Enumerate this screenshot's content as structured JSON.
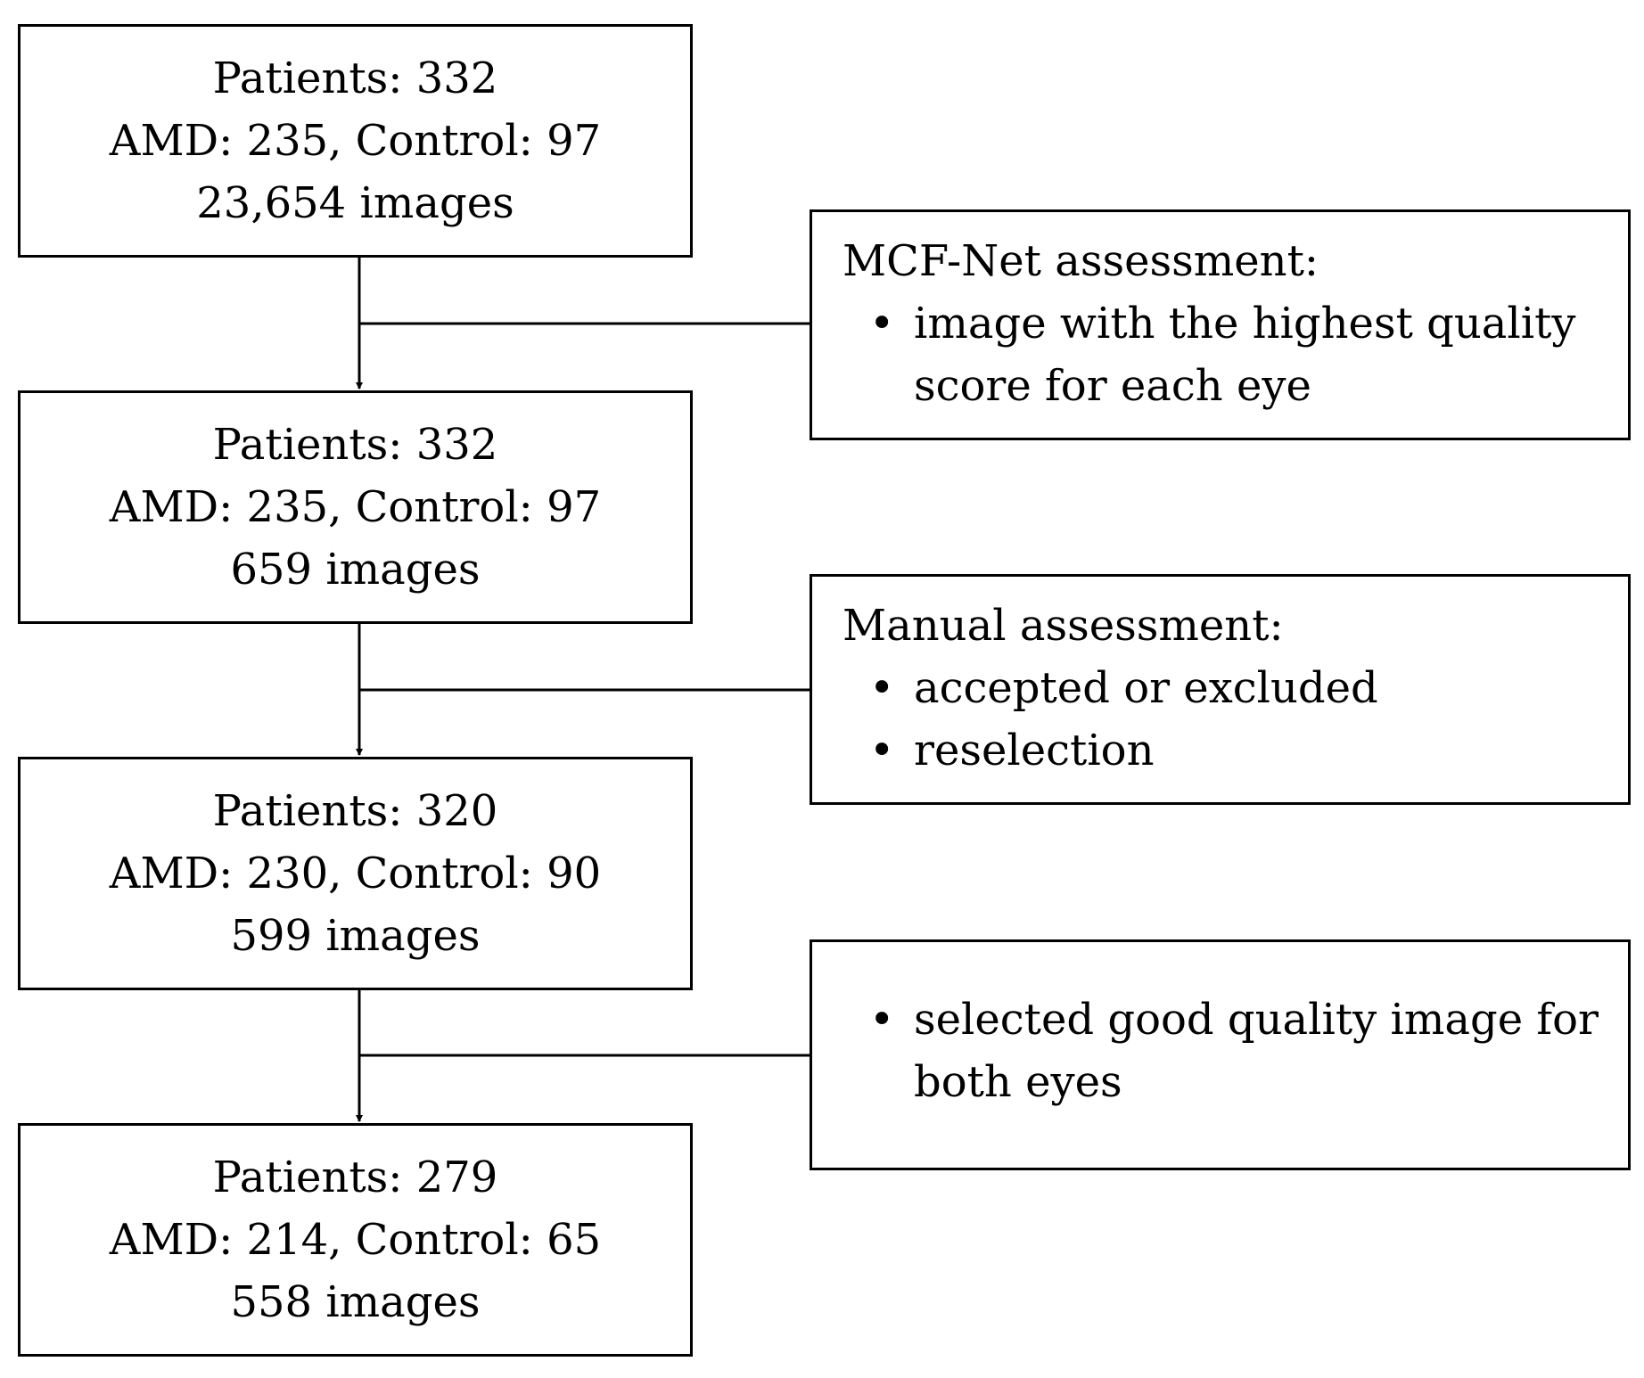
{
  "stages": [
    {
      "patients": "Patients: 332",
      "groups": "AMD: 235, Control: 97",
      "images": "23,654 images"
    },
    {
      "patients": "Patients: 332",
      "groups": "AMD: 235, Control: 97",
      "images": "659 images"
    },
    {
      "patients": "Patients: 320",
      "groups": "AMD: 230, Control: 90",
      "images": "599 images"
    },
    {
      "patients": "Patients: 279",
      "groups": "AMD: 214, Control: 65",
      "images": "558 images"
    }
  ],
  "steps": [
    {
      "heading": "MCF-Net assessment:",
      "bullets": [
        "image with the highest quality score for each eye"
      ]
    },
    {
      "heading": "Manual assessment:",
      "bullets": [
        "accepted or excluded",
        "reselection"
      ]
    },
    {
      "heading": "",
      "bullets": [
        "selected good quality image for both eyes"
      ]
    }
  ]
}
